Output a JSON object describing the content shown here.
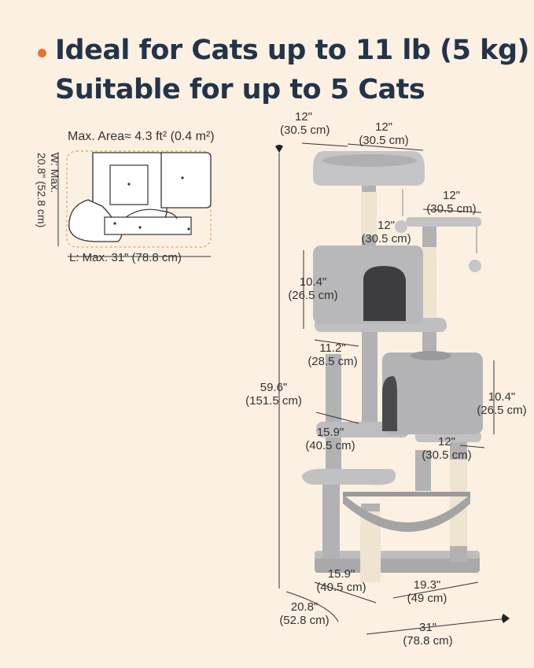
{
  "headline": {
    "line1": "Ideal for Cats up to 11 lb (5 kg)",
    "line2": "Suitable for up to 5 Cats",
    "bullet_color": "#e2732e",
    "text_color": "#23344a"
  },
  "area_diagram": {
    "title": "Max. Area≈ 4.3 ft² (0.4 m²)",
    "width_label": "W: Max.",
    "width_value": "20.8\" (52.8 cm)",
    "length_label": "L: Max. 31\" (78.8 cm)"
  },
  "dimensions": {
    "top_perch_a": {
      "in": "12\"",
      "cm": "(30.5 cm)"
    },
    "top_perch_b": {
      "in": "12\"",
      "cm": "(30.5 cm)"
    },
    "side_perch": {
      "in": "12\"",
      "cm": "(30.5 cm)"
    },
    "upper_perch": {
      "in": "12\"",
      "cm": "(30.5 cm)"
    },
    "upper_condo_height": {
      "in": "10.4\"",
      "cm": "(26.5 cm)"
    },
    "upper_condo_width": {
      "in": "11.2\"",
      "cm": "(28.5 cm)"
    },
    "total_height": {
      "in": "59.6\"",
      "cm": "(151.5 cm)"
    },
    "lower_condo_height": {
      "in": "10.4\"",
      "cm": "(26.5 cm)"
    },
    "mid_platform": {
      "in": "15.9\"",
      "cm": "(40.5 cm)"
    },
    "mid_perch": {
      "in": "12\"",
      "cm": "(30.5 cm)"
    },
    "base_depth": {
      "in": "15.9\"",
      "cm": "(40.5 cm)"
    },
    "base_width": {
      "in": "19.3\"",
      "cm": "(49 cm)"
    },
    "footprint_width": {
      "in": "20.8\"",
      "cm": "(52.8 cm)"
    },
    "footprint_length": {
      "in": "31\"",
      "cm": "(78.8 cm)"
    }
  },
  "colors": {
    "background": "#fbf0e2",
    "plush": "#b9b9bb",
    "plush_dark": "#9a9a9c",
    "sisal": "#efe4cf"
  }
}
